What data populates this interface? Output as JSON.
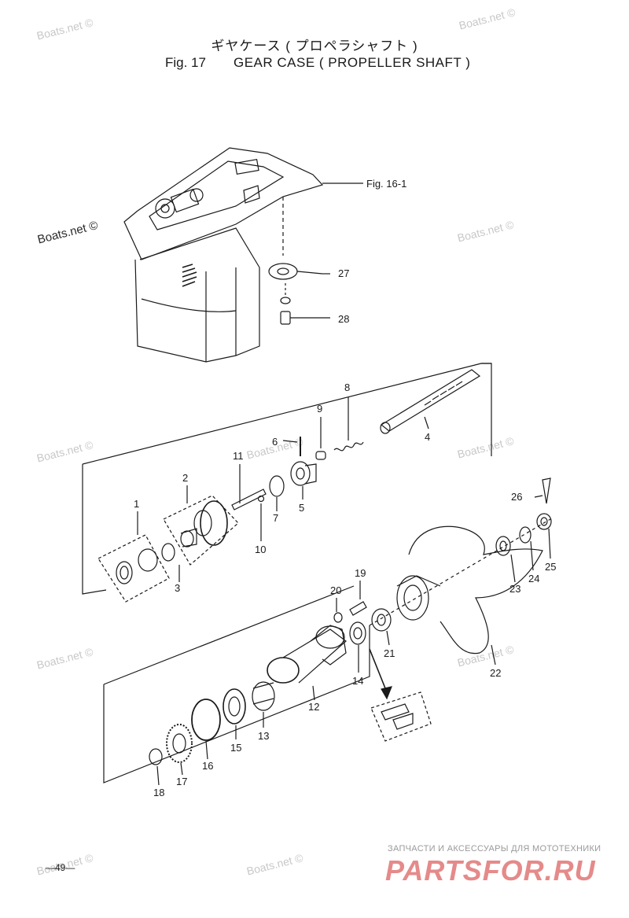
{
  "title": {
    "japanese": "ギヤケース ( プロペラシャフト )",
    "fig_label": "Fig. 17",
    "main": "GEAR CASE ( PROPELLER SHAFT )"
  },
  "reference": "Fig. 16-1",
  "watermark": "Boats.net ©",
  "callouts": [
    "1",
    "2",
    "3",
    "4",
    "5",
    "6",
    "7",
    "8",
    "9",
    "10",
    "11",
    "12",
    "13",
    "14",
    "15",
    "16",
    "17",
    "18",
    "19",
    "20",
    "21",
    "22",
    "23",
    "24",
    "25",
    "26",
    "27",
    "28"
  ],
  "page_number": "—49—",
  "brand": {
    "tagline": "ЗАПЧАСТИ И АКСЕССУАРЫ ДЛЯ МОТОТЕХНИКИ",
    "logo": "PARTSFOR.RU"
  }
}
